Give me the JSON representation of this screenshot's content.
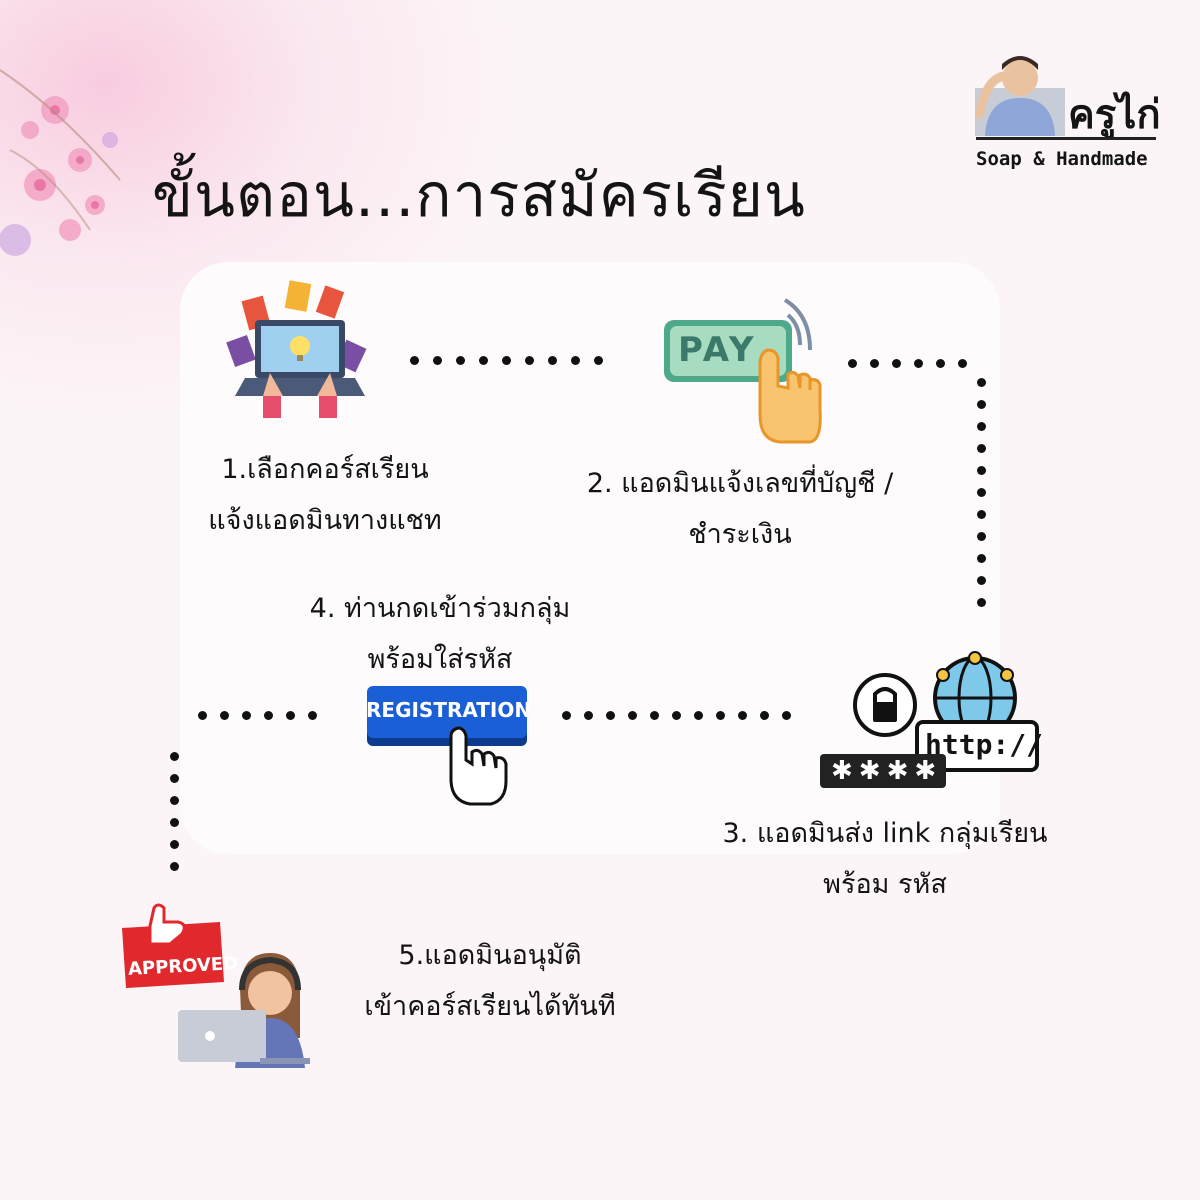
{
  "title": "ขั้นตอน...การสมัครเรียน",
  "logo": {
    "name": "ครูไก่",
    "subtitle": "Soap & Handmade"
  },
  "steps": {
    "step1": {
      "line1": "1.เลือกคอร์สเรียน",
      "line2": "แจ้งแอดมินทางแชท"
    },
    "step2": {
      "line1": "2. แอดมินแจ้งเลขที่บัญชี /",
      "line2": "ชำระเงิน"
    },
    "step3": {
      "line1": "3. แอดมินส่ง link กลุ่มเรียน",
      "line2": "พร้อม รหัส"
    },
    "step4": {
      "line1": "4. ท่านกดเข้าร่วมกลุ่ม",
      "line2": "พร้อมใส่รหัส"
    },
    "step5": {
      "line1": "5.แอดมินอนุมัติ",
      "line2": "เข้าคอร์สเรียนได้ทันที"
    }
  },
  "icons": {
    "pay_button_text": "PAY",
    "registration_button_text": "REGISTRATION",
    "url_text": "http://",
    "password_text": "✱✱✱✱",
    "approved_text": "APPROVED"
  },
  "colors": {
    "background": "#fcf5f7",
    "pay_green": "#a8dcc0",
    "registration_blue": "#1a5fd6",
    "globe_blue": "#7ec8ea",
    "approved_red": "#e0282d"
  }
}
